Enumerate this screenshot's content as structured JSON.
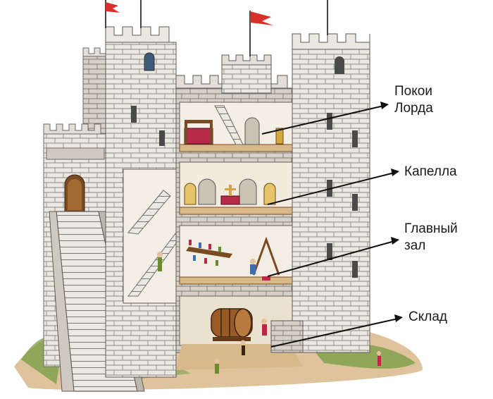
{
  "labels": {
    "lord_quarters": [
      "Покои",
      "Лорда"
    ],
    "chapel": [
      "Капелла"
    ],
    "great_hall": [
      "Главный",
      "зал"
    ],
    "storage": [
      "Склад"
    ]
  },
  "colors": {
    "stone": "#e9e6e0",
    "stone_shadow": "#b9b3a8",
    "stone_dark": "#8e8a84",
    "mortar": "#6f6b66",
    "wood_floor": "#d9b98a",
    "wood_dark": "#7a4a22",
    "flag": "#d8302a",
    "grass": "#6f9a3c",
    "earth": "#d8b98c",
    "arrow": "#111111"
  },
  "icons": [
    "flag-icon",
    "barrel-icon",
    "altar-icon",
    "bed-icon",
    "table-icon",
    "stairs-icon"
  ]
}
